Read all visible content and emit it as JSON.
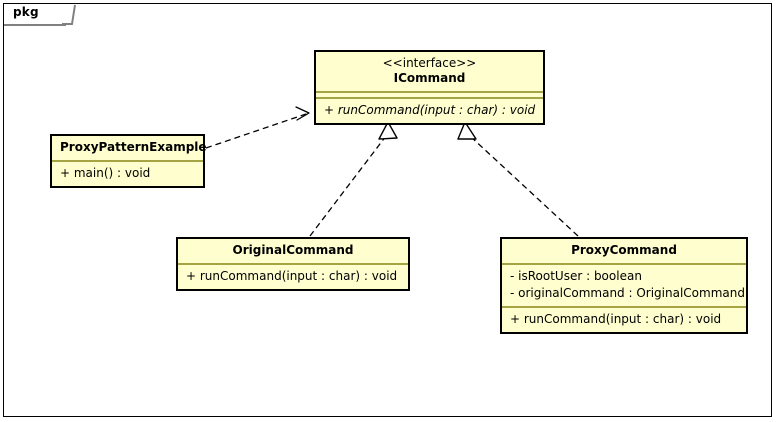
{
  "diagram": {
    "type": "uml-class-diagram",
    "package_label": "pkg",
    "classes": [
      {
        "id": "icommand",
        "stereotype": "<<interface>>",
        "name": "ICommand",
        "attributes": [],
        "methods": [
          "+ runCommand(input : char) : void"
        ]
      },
      {
        "id": "proxypatternexample",
        "stereotype": "",
        "name": "ProxyPatternExample",
        "attributes": [],
        "methods": [
          "+ main() : void"
        ]
      },
      {
        "id": "originalcommand",
        "stereotype": "",
        "name": "OriginalCommand",
        "attributes": [],
        "methods": [
          "+ runCommand(input : char) : void"
        ]
      },
      {
        "id": "proxycommand",
        "stereotype": "",
        "name": "ProxyCommand",
        "attributes": [
          "- isRootUser : boolean",
          "- originalCommand : OriginalCommand"
        ],
        "methods": [
          "+ runCommand(input : char) : void"
        ]
      }
    ],
    "relationships": [
      {
        "from": "ProxyPatternExample",
        "to": "ICommand",
        "kind": "dependency",
        "line": "dashed",
        "arrowhead": "open"
      },
      {
        "from": "OriginalCommand",
        "to": "ICommand",
        "kind": "realization",
        "line": "dashed",
        "arrowhead": "hollow-triangle"
      },
      {
        "from": "ProxyCommand",
        "to": "ICommand",
        "kind": "realization",
        "line": "dashed",
        "arrowhead": "hollow-triangle"
      }
    ],
    "colors": {
      "box_fill": "#FEFECE",
      "box_border": "#000000",
      "section_divider": "#A4A444",
      "connector": "#000000",
      "package_border": "#808080",
      "background": "#FFFFFF"
    }
  }
}
